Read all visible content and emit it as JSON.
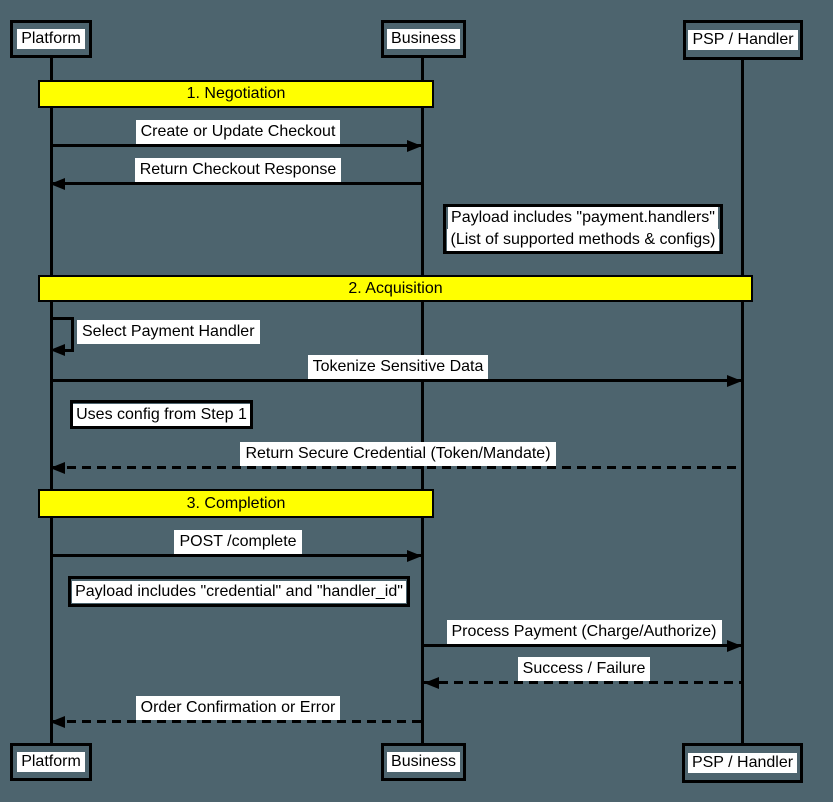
{
  "participants": [
    {
      "name": "Platform"
    },
    {
      "name": "Business"
    },
    {
      "name": "PSP / Handler"
    }
  ],
  "phases": [
    {
      "label": "1. Negotiation"
    },
    {
      "label": "2. Acquisition"
    },
    {
      "label": "3. Completion"
    }
  ],
  "messages": [
    {
      "label": "Create or Update Checkout",
      "from": "Platform",
      "to": "Business",
      "line": "solid"
    },
    {
      "label": "Return Checkout Response",
      "from": "Business",
      "to": "Platform",
      "line": "solid"
    },
    {
      "label": "Select Payment Handler",
      "from": "Platform",
      "to": "Platform",
      "line": "self"
    },
    {
      "label": "Tokenize Sensitive Data",
      "from": "Platform",
      "to": "PSP / Handler",
      "line": "solid"
    },
    {
      "label": "Return Secure Credential (Token/Mandate)",
      "from": "PSP / Handler",
      "to": "Platform",
      "line": "dashed"
    },
    {
      "label": "POST /complete",
      "from": "Platform",
      "to": "Business",
      "line": "solid"
    },
    {
      "label": "Process Payment (Charge/Authorize)",
      "from": "Business",
      "to": "PSP / Handler",
      "line": "solid"
    },
    {
      "label": "Success / Failure",
      "from": "PSP / Handler",
      "to": "Business",
      "line": "dashed"
    },
    {
      "label": "Order Confirmation or Error",
      "from": "Business",
      "to": "Platform",
      "line": "dashed"
    }
  ],
  "notes": [
    {
      "line1": "Payload includes \"payment.handlers\"",
      "line2": "(List of supported methods & configs)"
    },
    {
      "line1": "Uses config from Step 1"
    },
    {
      "line1": "Payload includes \"credential\" and \"handler_id\""
    }
  ],
  "colors": {
    "background": "#4d646e",
    "phase_fill": "#ffff00",
    "line": "#000000",
    "label_bg": "#ffffff",
    "text": "#000000"
  }
}
